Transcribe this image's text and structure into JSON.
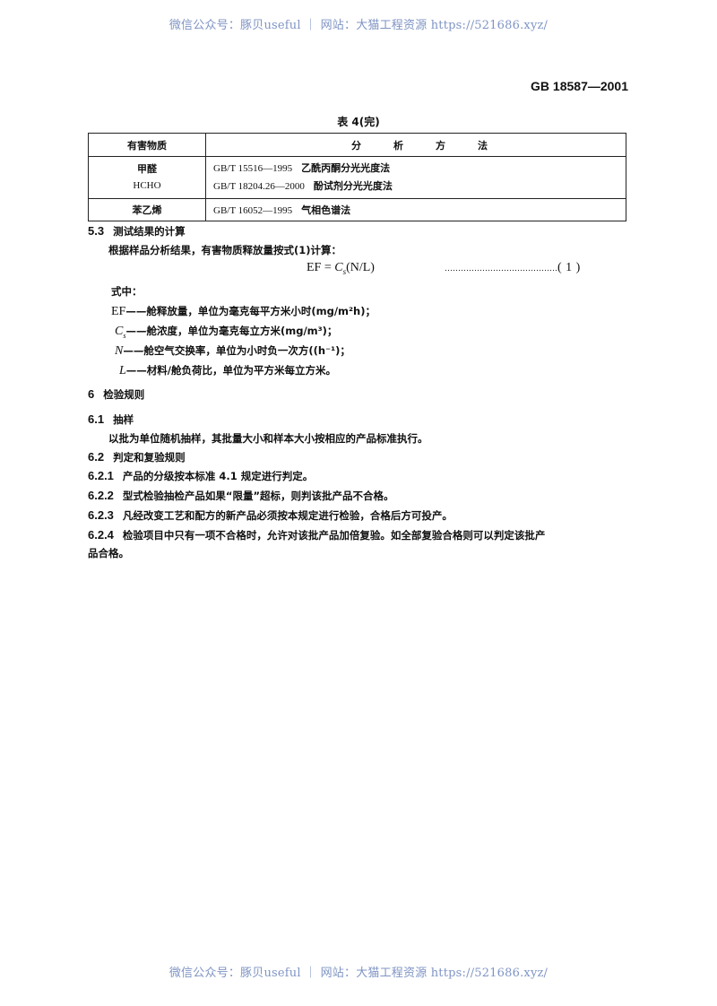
{
  "watermark": {
    "top": "微信公众号：豚贝useful ｜ 网站：大猫工程资源 https://521686.xyz/",
    "bottom": "微信公众号：豚贝useful ｜ 网站：大猫工程资源 https://521686.xyz/"
  },
  "header": {
    "standard_number": "GB 18587—2001"
  },
  "table": {
    "title": "表 4(完)",
    "headers": [
      "有害物质",
      "分",
      "析",
      "方",
      "法"
    ],
    "rows": [
      {
        "substance": "甲醛",
        "substance_formula": "HCHO",
        "methods": [
          {
            "standard": "GB/T 15516—1995",
            "name": "乙酰丙酮分光光度法"
          },
          {
            "standard": "GB/T 18204.26—2000",
            "name": "酚试剂分光光度法"
          }
        ]
      },
      {
        "substance": "苯乙烯",
        "methods": [
          {
            "standard": "GB/T 16052—1995",
            "name": "气相色谱法"
          }
        ]
      }
    ]
  },
  "section_5_3": {
    "number": "5.3",
    "title": "测试结果的计算",
    "intro": "根据样品分析结果，有害物质释放量按式(1)计算：",
    "formula": {
      "lhs": "EF = ",
      "c": "C",
      "c_sub": "s",
      "rhs": "(N/L)",
      "leader": "……………………………………",
      "eq_no": "( 1 )"
    },
    "where_label": "式中：",
    "definitions": [
      {
        "symbol": "EF",
        "text": "——舱释放量，单位为毫克每平方米小时(mg/m²h)；"
      },
      {
        "symbol": "Cs",
        "text": "——舱浓度，单位为毫克每立方米(mg/m³)；"
      },
      {
        "symbol": "N",
        "text": "——舱空气交换率，单位为小时负一次方((h⁻¹)；"
      },
      {
        "symbol": "L",
        "text": "——材料/舱负荷比，单位为平方米每立方米。"
      }
    ]
  },
  "section_6": {
    "number": "6",
    "title": "检验规则",
    "s6_1": {
      "number": "6.1",
      "title": "抽样",
      "text": "以批为单位随机抽样，其批量大小和样本大小按相应的产品标准执行。"
    },
    "s6_2": {
      "number": "6.2",
      "title": "判定和复验规则"
    },
    "items": [
      {
        "number": "6.2.1",
        "text": "产品的分级按本标准 4.1 规定进行判定。"
      },
      {
        "number": "6.2.2",
        "text": "型式检验抽检产品如果“限量”超标，则判该批产品不合格。"
      },
      {
        "number": "6.2.3",
        "text": "凡经改变工艺和配方的新产品必须按本规定进行检验，合格后方可投产。"
      },
      {
        "number": "6.2.4",
        "text": "检验项目中只有一项不合格时，允许对该批产品加倍复验。如全部复验合格则可以判定该批产",
        "text_cont": "品合格。"
      }
    ]
  }
}
